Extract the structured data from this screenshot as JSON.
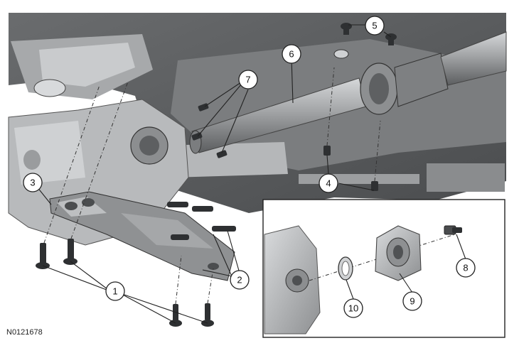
{
  "figure_id": "N0121678",
  "callouts": {
    "c1": "1",
    "c2": "2",
    "c3": "3",
    "c4": "4",
    "c5": "5",
    "c6": "6",
    "c7": "7",
    "c8": "8",
    "c9": "9",
    "c10": "10"
  },
  "colors": {
    "underbody": "#5f6163",
    "dark": "#3a3c3e",
    "light": "#b8babc",
    "mid": "#8c8e90",
    "shaft": "#9a9c9e",
    "inset_bg": "#ffffff"
  }
}
